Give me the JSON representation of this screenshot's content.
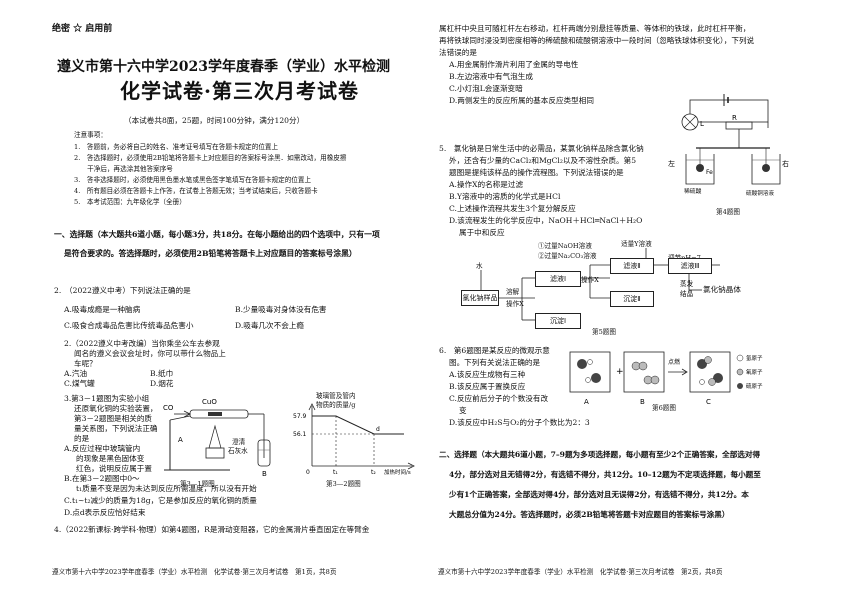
{
  "header": {
    "secret": "绝密 ☆ 启用前"
  },
  "title": {
    "line1": "遵义市第十六中学2023学年度春季（学业）水平检测",
    "line2": "化学试卷·第三次月考试卷",
    "info": "（本试卷共8面，25题，时间100分钟，满分120分）"
  },
  "notes": {
    "heading": "注意事项：",
    "items": [
      "1.　答题前，务必将自己的姓名、准考证号填写在答题卡规定的位置上",
      "2.　答选择题时，必须使用2B铅笔将答题卡上对应题目的答案标号涂黑．如需改动，用橡皮擦",
      "　　干净后，再选涂其他答案序号",
      "3.　答非选择题时，必须使用黑色墨水笔或黑色签字笔填写在答题卡规定的位置上",
      "4.　所有题目必须在答题卡上作答，在试卷上答题无效；当考试结束后，只收答题卡",
      "5.　本考试范围：九年级化学（全册）"
    ]
  },
  "section1": {
    "line1": "一、选择题（本大题共6道小题，每小题3分，共18分。在每小题给出的四个选项中，只有一项",
    "line2": "是符合要求的。答选择题时，必须使用2B铅笔将答题卡上对应题目的答案标号涂黑）"
  },
  "q2": {
    "stem": "2.　（2022遵义中考）下列说法正确的是",
    "A": "A.吸毒成瘾是一种脑病",
    "B": "B.少量吸毒对身体没有危害",
    "C": "C.吸食合成毒品危害比传统毒品危害小",
    "D": "D.吸毒几次不会上瘾"
  },
  "q2b": {
    "l1": "2.（2022遵义中考改编）当你乘坐公车去参观",
    "l2": "闻名的遵义会议会址时，你可以带什么物品上",
    "l3": "车呢？",
    "A": "A.汽油",
    "B": "B.纸巾",
    "C": "C.煤气罐",
    "D": "D.烟花"
  },
  "q3": {
    "l1": "3.第3－1题图为实验小组",
    "l2": "还原氧化铜的实验装置，",
    "l3": "第3－2题图是相关的质",
    "l4": "量关系图，下列说法正确",
    "l5": "的是",
    "A1": "A.反应过程中玻璃管内",
    "A2": "的现象是黑色固体变",
    "A3": "红色，说明反应属于置",
    "B1": "B.在第3－2题图中0～",
    "B2": "t₁质量不变是因为未达到反应所需温度，所以没有开始",
    "C": "C.t₁~t₂减少的质量为18g，它是参加反应的氧化铜的质量",
    "D": "D.点d表示反应恰好结束",
    "fig1": "第3—1题图",
    "fig2": "第3—2题图"
  },
  "fig31": {
    "co": "CO",
    "cuo": "CuO",
    "a": "A",
    "b": "B",
    "lime1": "澄清",
    "lime2": "石灰水"
  },
  "fig32": {
    "ylabel1": "玻璃管及管内",
    "ylabel2": "物质的质量/g",
    "y1": "57.9",
    "y2": "56.1",
    "x0": "0",
    "xt1": "t₁",
    "xt2": "t₂",
    "xlabel": "加热时间/s",
    "d": "d"
  },
  "q4": {
    "l1": "4.（2022新课标·跨学科·物理）如第4题图，R是滑动变阻器，它的金属滑片垂直固定在等臂金"
  },
  "q4r": {
    "l1": "属杠杆中央且可随杠杆左右移动，杠杆两端分别悬挂等质量、等体积的铁球，此时杠杆平衡，",
    "l2": "再将铁球同时浸没到密度相等的稀硫酸和硫酸铜溶液中一段时间（忽略铁球体积变化），下列说",
    "l3": "法错误的是",
    "A": "A.用金属制作滑片利用了金属的导电性",
    "B": "B.左边溶液中有气泡生成",
    "C": "C.小灯泡L会逐渐变暗",
    "D": "D.两侧发生的反应所属的基本反应类型相同",
    "fig": "第4题图"
  },
  "fig4": {
    "l": "L",
    "r": "R",
    "left": "左",
    "right": "右",
    "fe": "Fe",
    "acid": "稀硫酸",
    "cuso4": "硫酸铜溶液"
  },
  "q5": {
    "l1": "5.　氯化钠是日常生活中的必需品，某氯化钠样品除含氯化钠",
    "l2": "外，还含有少量的CaCl₂和MgCl₂以及不溶性杂质。第5",
    "l3": "题图是提纯该样品的操作流程图。下列说法错误的是",
    "A": "A.操作X的名称是过滤",
    "B": "B.Y溶液中的溶质的化学式是HCl",
    "C": "C.上述操作流程共发生3个复分解反应",
    "D1": "D.该流程发生的化学反应中，NaOH＋HCl═NaCl＋H₂O",
    "D2": "属于中和反应",
    "fig": "第5题图"
  },
  "fig5": {
    "water": "水",
    "sample": "氯化钠样品",
    "dissolve": "溶解",
    "opx1": "操作X",
    "filtrate1": "滤液Ⅰ",
    "reag1": "①过量NaOH溶液",
    "reag2": "②过量Na₂CO₃溶液",
    "opx2": "操作X",
    "filtrate2": "滤液Ⅱ",
    "ppt1": "沉淀Ⅰ",
    "ppt2": "沉淀Ⅱ",
    "ysol": "适量Y溶液",
    "ph": "调节pH=7",
    "filtrate3": "滤液Ⅲ",
    "evap1": "蒸发",
    "evap2": "结晶",
    "crystal": "氯化钠晶体"
  },
  "q6": {
    "l1": "6.　第6题图是某反应的微观示意",
    "l2": "图。下列有关说法正确的是",
    "A": "A.该反应生成物有三种",
    "B": "B.该反应属于置换反应",
    "C1": "C.反应前后分子的个数没有改",
    "C2": "变",
    "D": "D.该反应中H₂S与O₂的分子个数比为2：3",
    "fig": "第6题图"
  },
  "fig6": {
    "a": "A",
    "b": "B",
    "c": "C",
    "ignite": "点燃",
    "h": "氢原子",
    "o": "氧原子",
    "s": "硫原子"
  },
  "section2": {
    "l1": "二、选择题（本大题共6道小题，7–9题为多项选择题，每小题有至少2个正确答案，全部选对得",
    "l2": "4分，部分选对且无错得2分，有选错不得分，共12分。10–12题为不定项选择题，每小题至",
    "l3": "少有1个正确答案，全部选对得4分，部分选对且无误得2分，有选错不得分，共12分。本",
    "l4": "大题总分值为24分。答选择题时，必须2B铅笔将答题卡对应题目的答案标号涂黑）"
  },
  "footer": {
    "left": "遵义市第十六中学2023学年度春季（学业）水平检测　化学试卷·第三次月考试卷　第1页，共8页",
    "right": "遵义市第十六中学2023学年度春季（学业）水平检测　化学试卷·第三次月考试卷　第2页，共8页"
  }
}
